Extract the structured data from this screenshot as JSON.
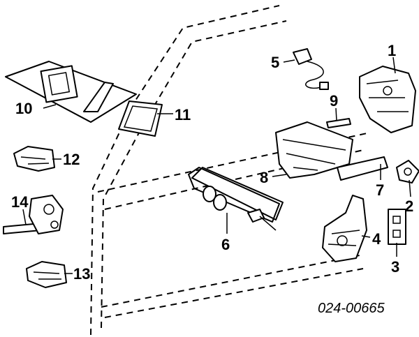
{
  "diagram": {
    "reference_code": "024-00665",
    "callouts": [
      "1",
      "2",
      "3",
      "4",
      "5",
      "6",
      "7",
      "8",
      "9",
      "10",
      "11",
      "12",
      "13",
      "14"
    ]
  }
}
